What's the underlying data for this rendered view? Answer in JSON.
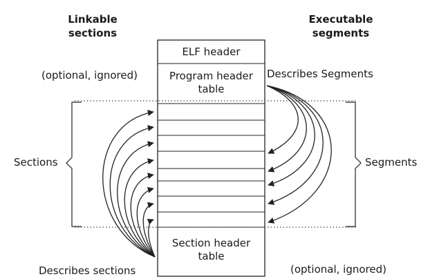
{
  "diagram": {
    "left_heading_line1": "Linkable",
    "left_heading_line2": "sections",
    "right_heading_line1": "Executable",
    "right_heading_line2": "segments",
    "elf_header": "ELF header",
    "program_header_line1": "Program header",
    "program_header_line2": "table",
    "section_header_line1": "Section header",
    "section_header_line2": "table",
    "left_optional": "(optional, ignored)",
    "right_describes": "Describes Segments",
    "sections_label": "Sections",
    "segments_label": "Segments",
    "left_describes": "Describes sections",
    "right_optional": "(optional, ignored)"
  },
  "colors": {
    "line": "#222222",
    "dotted": "#444444"
  }
}
